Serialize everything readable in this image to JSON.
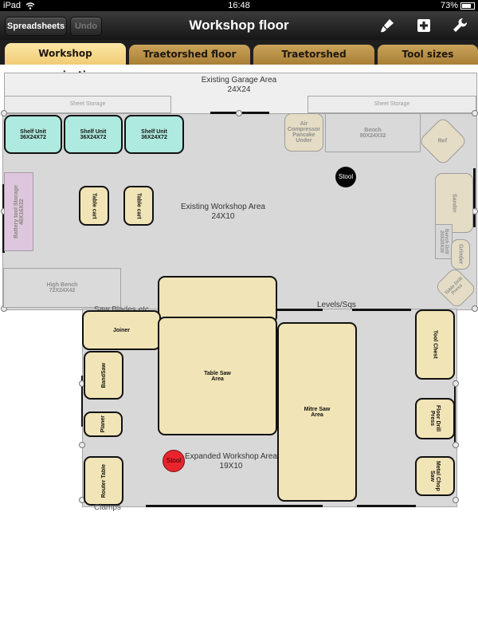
{
  "status_bar": {
    "device": "iPad",
    "time": "16:48",
    "battery": "73%"
  },
  "toolbar": {
    "spreadsheets_label": "Spreadsheets",
    "undo_label": "Undo",
    "title": "Workshop floor"
  },
  "tabs": [
    {
      "label": "Workshop organization",
      "active": true
    },
    {
      "label": "Traetorshed floor",
      "active": false
    },
    {
      "label": "Traetorshed",
      "active": false
    },
    {
      "label": "Tool sizes",
      "active": false
    }
  ],
  "floor": {
    "garage": {
      "name": "Existing Garage Area",
      "size": "24X24"
    },
    "workshop": {
      "name": "Existing Workshop Area",
      "size": "24X10"
    },
    "expanded": {
      "name": "Expanded Workshop Area",
      "size": "19X10"
    },
    "sheet_storage_left": "Sheet Storage",
    "sheet_storage_right": "Sheet Storage",
    "shelf_1": {
      "name": "Shelf Unit",
      "size": "36X24X72"
    },
    "shelf_2": {
      "name": "Shelf Unit",
      "size": "36X24X72"
    },
    "shelf_3": {
      "name": "Shelf Unit",
      "size": "36X24X72"
    },
    "air_compressor": "Air Compressor Pancake Under",
    "bench": {
      "name": "Bench",
      "size": "90X24X32"
    },
    "ref": "Ref",
    "stool_1": "Stool",
    "stool_2": "Stool",
    "battery_tool_storage": {
      "name": "Battery tool Storage",
      "size": "48X16X32"
    },
    "table_cart_1": "Table cart",
    "table_cart_2": "Table cart",
    "sander": "Sander",
    "bench_drill": {
      "name": "Bench Drill",
      "size": "20X20X36"
    },
    "grinder": "Grinder",
    "drill_press_top": "Table Drill Press",
    "high_bench": {
      "name": "High Bench",
      "size": "72X24X42"
    },
    "saw_blades": "Saw Blades etc",
    "levels": "Levels/Sqs",
    "joiner": "Joiner",
    "table_saw": {
      "name": "Table Saw",
      "sub": "Area"
    },
    "mitre_saw": {
      "name": "Mitre Saw",
      "sub": "Area"
    },
    "tool_chest": "Tool Chest",
    "bandsaw": "BandSaw",
    "planer": "Planer",
    "floor_drill_press": "Floor Drill Press",
    "router_table": "Router Table",
    "metal_chop_saw": "Metal Chop Saw",
    "clamps": "Clamps"
  },
  "colors": {
    "teal": "#aeeadf",
    "beige": "#f1e4b6",
    "stool_red": "#e8252c",
    "tab_active": "#f1cc74",
    "tab_inactive": "#b28a3e"
  }
}
